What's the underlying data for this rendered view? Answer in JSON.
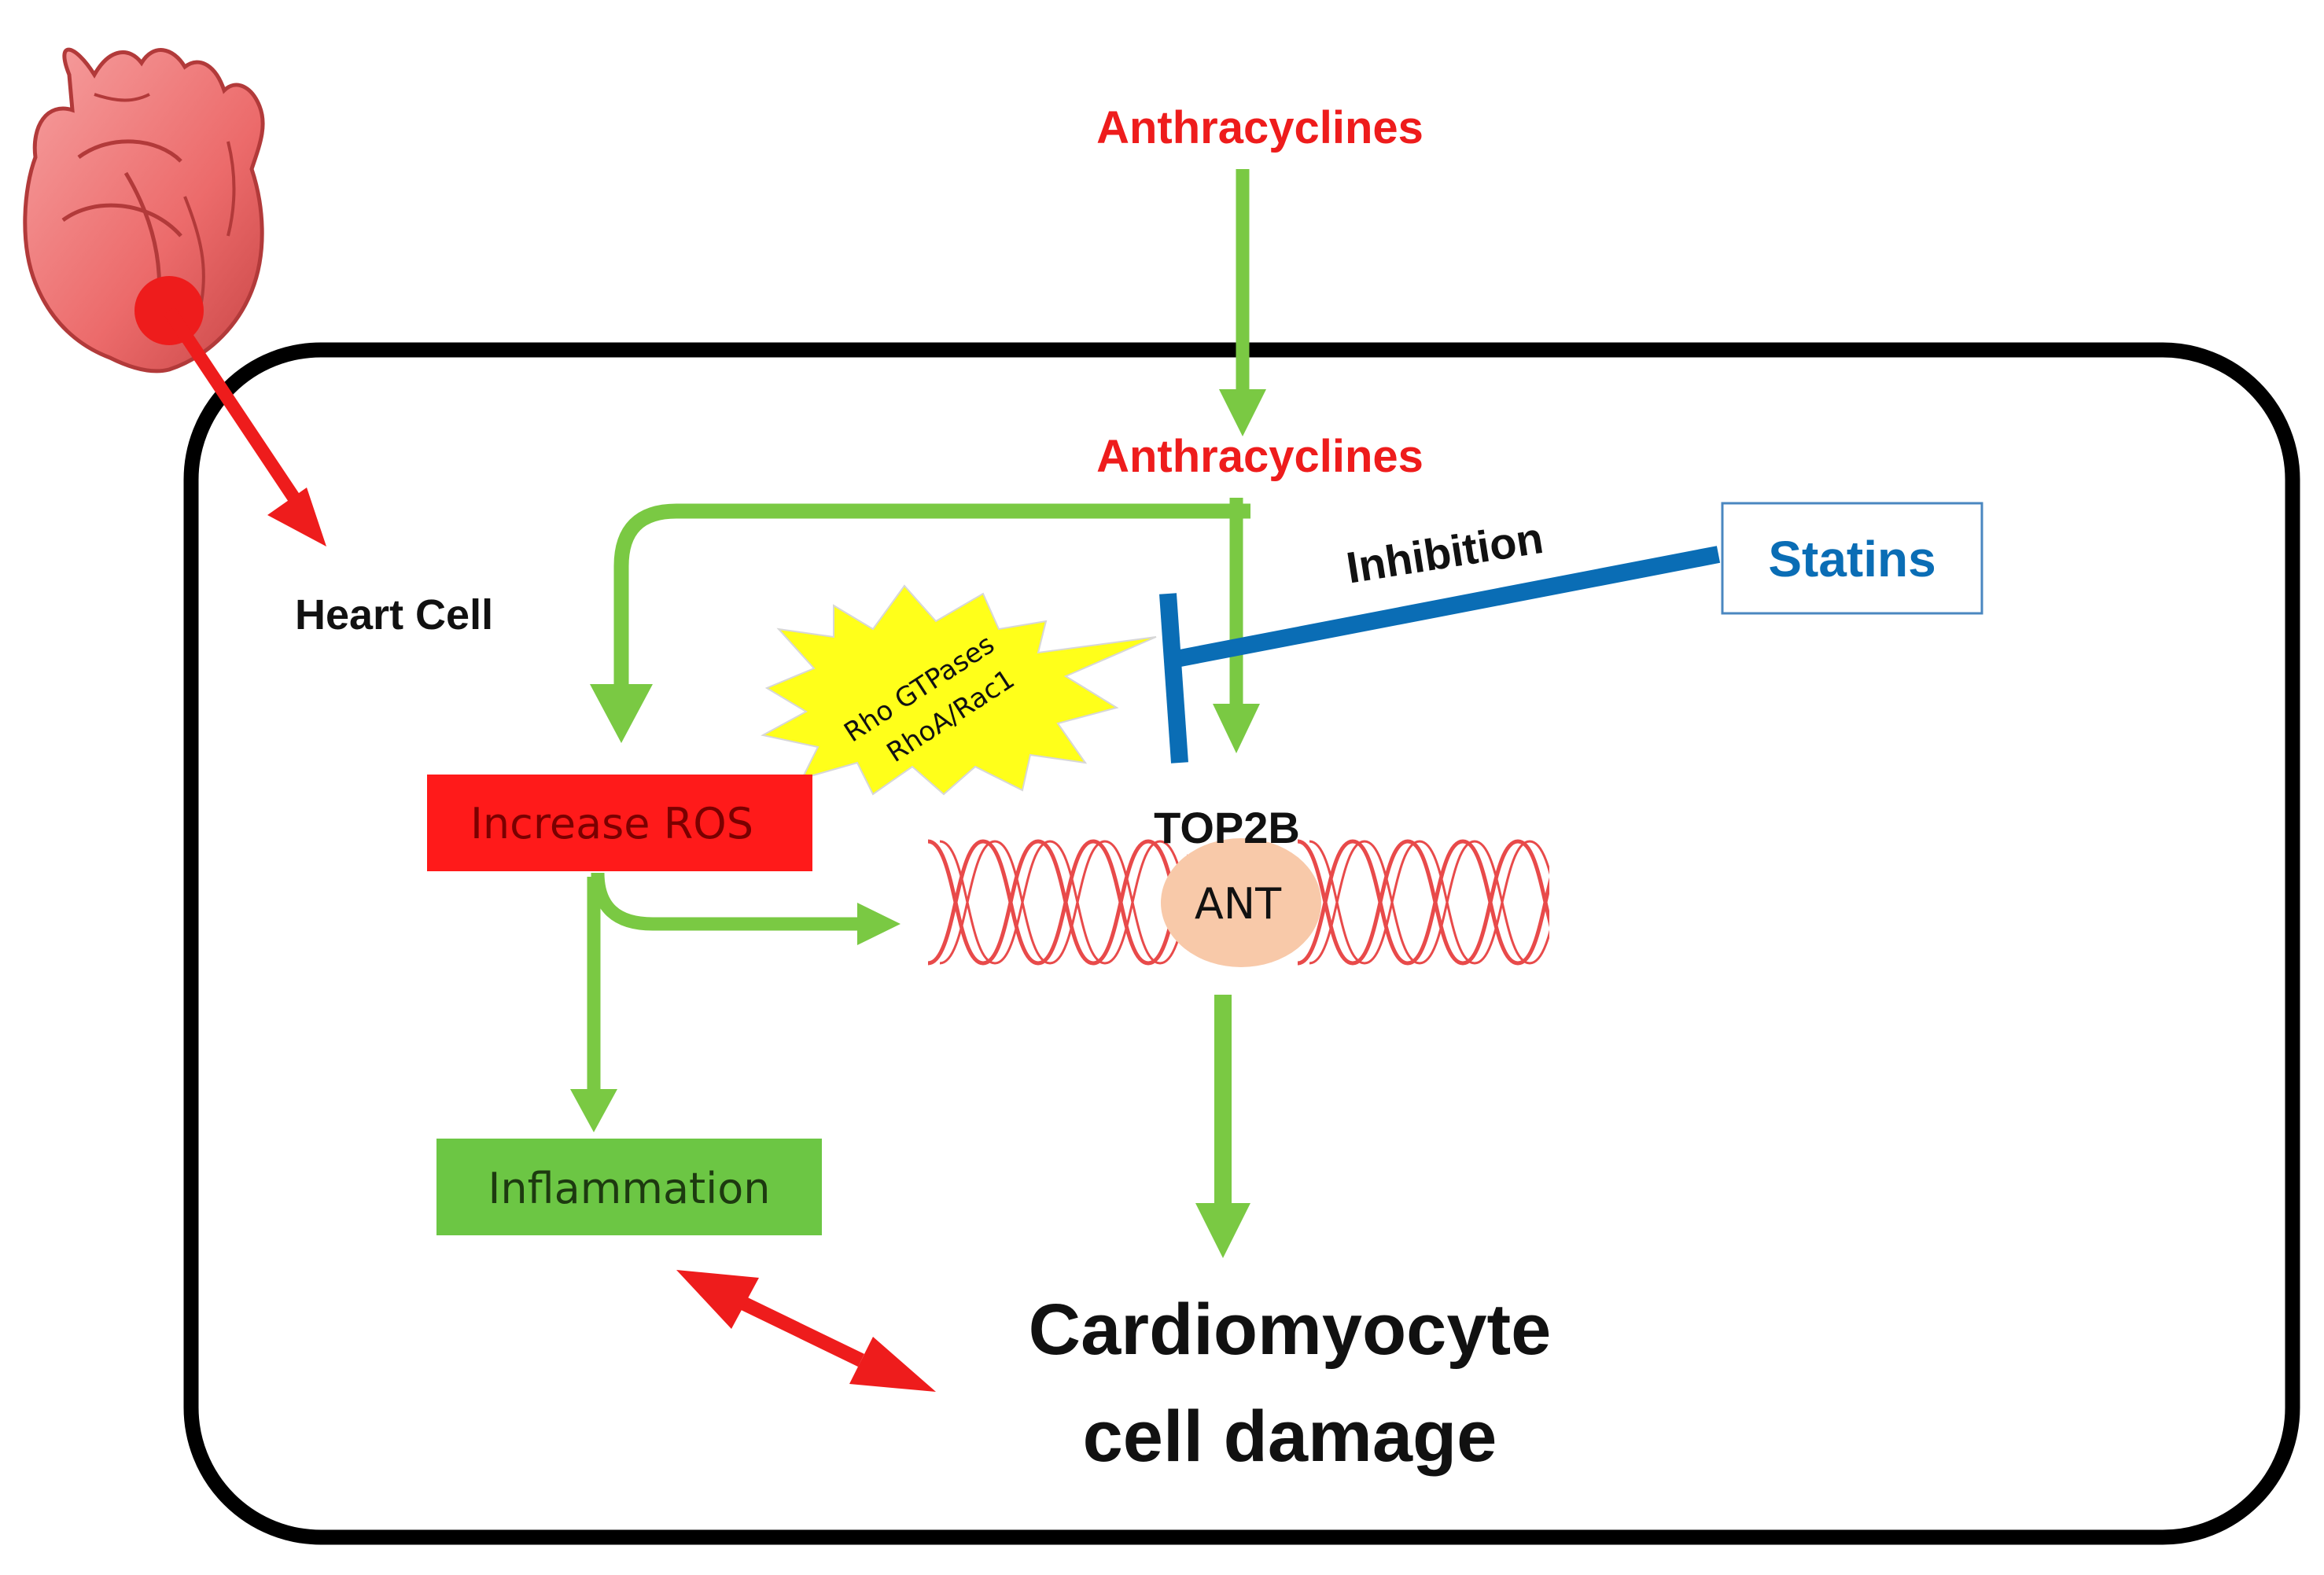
{
  "labels": {
    "anthracyclines_outside": "Anthracyclines",
    "anthracyclines_inside": "Anthracyclines",
    "heart_cell": "Heart Cell",
    "inhibition": "Inhibition",
    "statins": "Statins",
    "rho_line1": "Rho GTPases",
    "rho_line2": "RhoA/Rac1",
    "increase_ros": "Increase ROS",
    "top2b": "TOP2B",
    "ant": "ANT",
    "inflammation": "Inflammation",
    "damage_line1": "Cardiomyocyte",
    "damage_line2": "cell damage"
  },
  "colors": {
    "cell_border": "#000000",
    "activation_arrow": "#7ac943",
    "red_arrow": "#ee1c1c",
    "inhibition_line": "#0a6db5",
    "anthracycline_text": "#ee1c1c",
    "statins_text": "#0a6db5",
    "ros_box": "#ff1a1a",
    "ros_text": "#7a0000",
    "inflammation_box": "#6cc644",
    "inflammation_text": "#1d3a10",
    "starburst": "#ffff1a",
    "dna_strand": "#e84a4a",
    "ant_blob": "#f8c9a9",
    "heart": "#ef6f6f"
  }
}
